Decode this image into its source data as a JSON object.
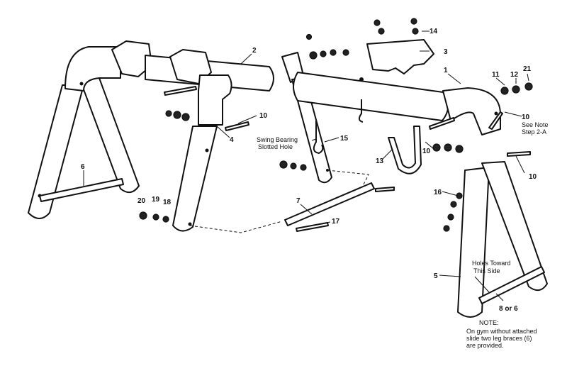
{
  "labels": {
    "p1": "1",
    "p2": "2",
    "p3": "3",
    "p4": "4",
    "p5": "5",
    "p6": "6",
    "p7": "7",
    "p8or6": "8 or 6",
    "p10a": "10",
    "p10b": "10",
    "p10c": "10",
    "p10d": "10",
    "p11": "11",
    "p12": "12",
    "p13": "13",
    "p14": "14",
    "p15": "15",
    "p16": "16",
    "p17": "17",
    "p18": "18",
    "p19": "19",
    "p20": "20",
    "p21": "21"
  },
  "notes": {
    "swing_bearing_line1": "Swing Bearing",
    "swing_bearing_line2": "Slotted Hole",
    "see_note_line1": "See Note",
    "see_note_line2": "Step 2-A",
    "holes_toward_line1": "Holes Toward",
    "holes_toward_line2": "This Side",
    "note_title": "NOTE:",
    "note_line1": "On gym without attached",
    "note_line2": "slide two leg braces (6)",
    "note_line3": "are provided."
  }
}
